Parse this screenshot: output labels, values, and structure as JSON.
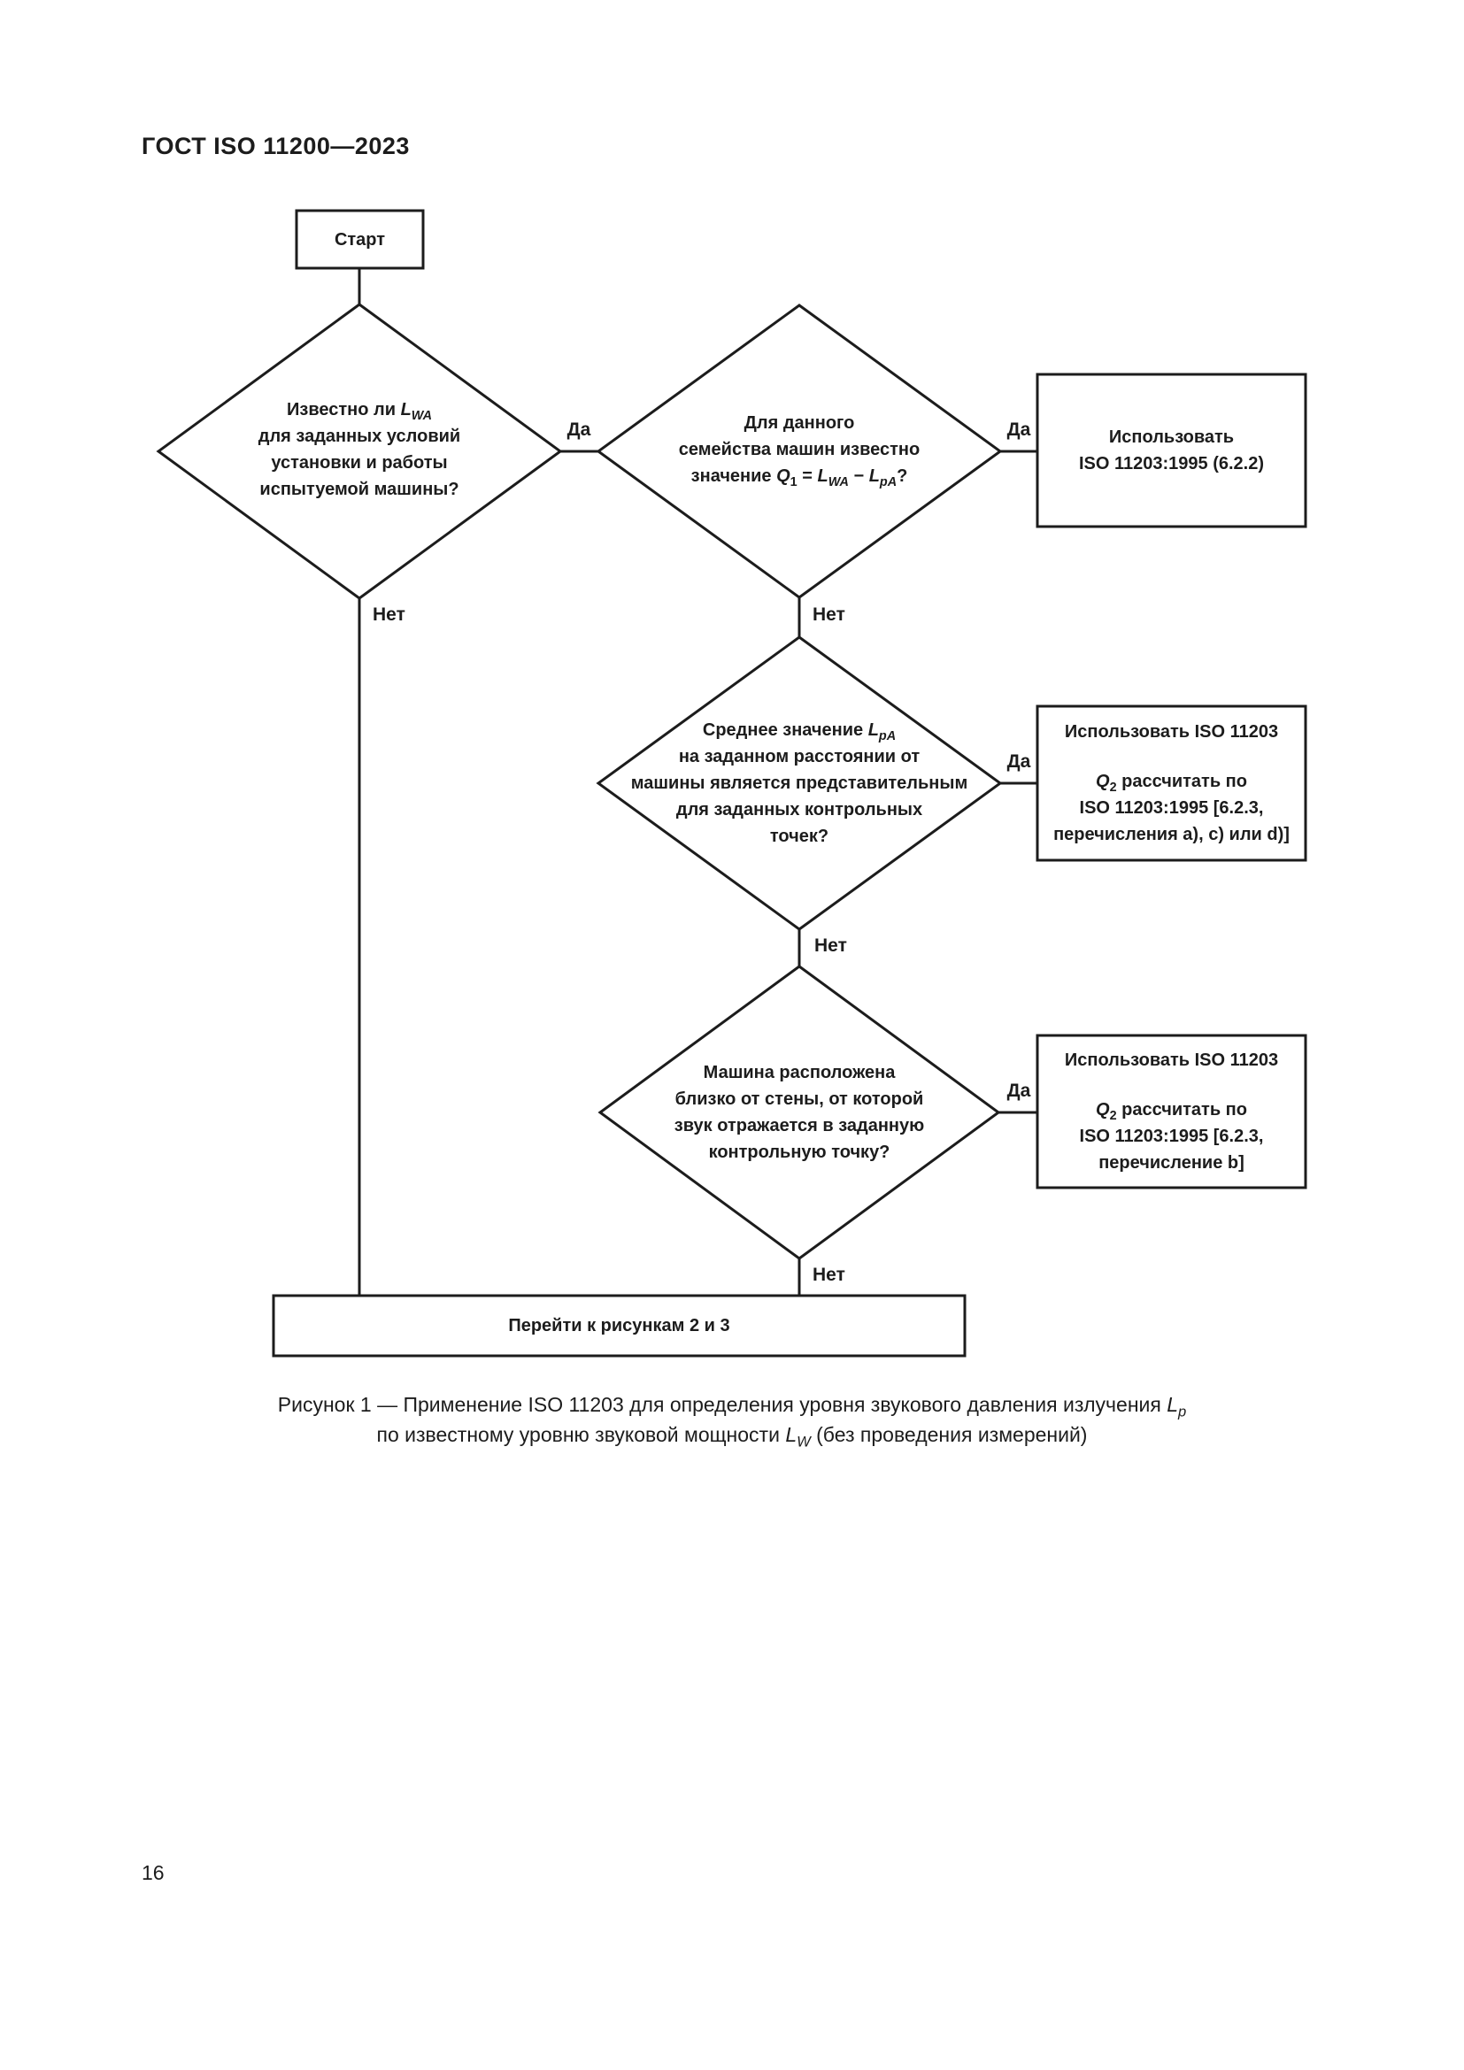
{
  "page": {
    "header": "ГОСТ ISO 11200—2023",
    "page_number": "16"
  },
  "flowchart": {
    "labels": {
      "yes": "Да",
      "no": "Нет"
    },
    "start": {
      "label": "Старт"
    },
    "decision1": {
      "line1_text": "Известно ли ",
      "line1_var": "L",
      "line1_sub": "WA",
      "line2": "для заданных условий",
      "line3": "установки и работы",
      "line4": "испытуемой машины?"
    },
    "decision2": {
      "line1": "Для данного",
      "line2": "семейства машин известно",
      "line3_text": "значение ",
      "line3_var1": "Q",
      "line3_sub1": "1",
      "line3_eq": " = ",
      "line3_var2": "L",
      "line3_sub2": "WA",
      "line3_minus": " − ",
      "line3_var3": "L",
      "line3_sub3": "pA",
      "line3_question": "?"
    },
    "result1": {
      "line1": "Использовать",
      "line2": "ISO 11203:1995 (6.2.2)"
    },
    "decision3": {
      "line1_text": "Среднее значение ",
      "line1_var": "L",
      "line1_sub": "pA",
      "line2": "на заданном расстоянии от",
      "line3": "машины является представительным",
      "line4": "для заданных контрольных",
      "line5": "точек?"
    },
    "result2": {
      "line1": "Использовать ISO 11203",
      "line2_var": "Q",
      "line2_sub": "2",
      "line2_text": " рассчитать по",
      "line3": "ISO 11203:1995 [6.2.3,",
      "line4": "перечисления a), c) или d)]"
    },
    "decision4": {
      "line1": "Машина расположена",
      "line2": "близко от стены, от которой",
      "line3": "звук отражается в заданную",
      "line4": "контрольную точку?"
    },
    "result3": {
      "line1": "Использовать ISO 11203",
      "line2_var": "Q",
      "line2_sub": "2",
      "line2_text": " рассчитать по",
      "line3": "ISO 11203:1995 [6.2.3,",
      "line4": "перечисление b]"
    },
    "terminal": {
      "label": "Перейти к рисункам 2 и 3"
    }
  },
  "caption": {
    "line1_text": "Рисунок 1 — Применение ISO 11203 для определения уровня звукового давления излучения ",
    "line1_var": "L",
    "line1_sub": "p",
    "line2_text": "по известному уровню звуковой мощности ",
    "line2_var": "L",
    "line2_sub": "W",
    "line2_tail": " (без проведения измерений)"
  },
  "colors": {
    "ink": "#1c1c1c",
    "paper": "#ffffff"
  }
}
